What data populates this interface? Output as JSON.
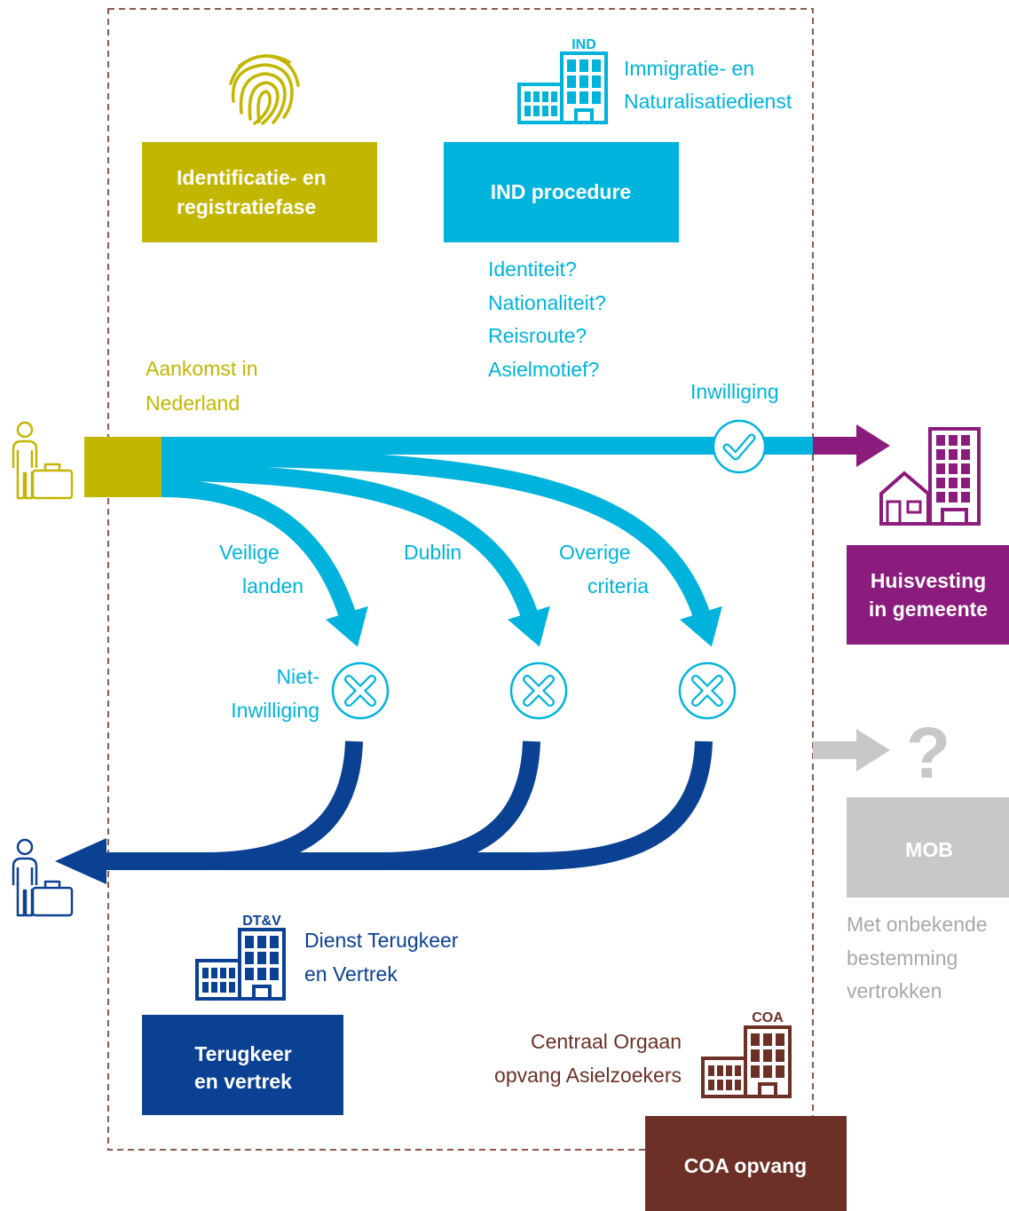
{
  "colors": {
    "olive": "#c3b600",
    "cyan": "#00b3dc",
    "purple": "#8b1c7d",
    "dark_blue": "#0b4193",
    "brown": "#6c3027",
    "light_gray": "#c8c8c8",
    "gray_text": "#a8a8a8"
  },
  "icons": {
    "fingerprint": "fingerprint-icon",
    "building": "office-building-icon",
    "person": "person-with-suitcase-icon",
    "housing": "house-and-building-icon",
    "approved": "check-circle-icon",
    "rejected": "x-circle-icon"
  },
  "identification": {
    "box_lines": [
      "Identificatie- en",
      "registratiefase"
    ]
  },
  "ind": {
    "icon_label": "IND",
    "name_lines": [
      "Immigratie- en",
      "Naturalisatiedienst"
    ],
    "box_label": "IND procedure",
    "questions": [
      "Identiteit?",
      "Nationaliteit?",
      "Reisroute?",
      "Asielmotief?"
    ]
  },
  "arrival": {
    "lines": [
      "Aankomst in",
      "Nederland"
    ]
  },
  "approval": {
    "label": "Inwilliging"
  },
  "housing": {
    "box_lines": [
      "Huisvesting",
      "in gemeente"
    ]
  },
  "routes": [
    {
      "lines": [
        "Veilige",
        "landen"
      ]
    },
    {
      "lines": [
        "Dublin"
      ]
    },
    {
      "lines": [
        "Overige",
        "criteria"
      ]
    }
  ],
  "rejection": {
    "lines": [
      "Niet-",
      "Inwilliging"
    ]
  },
  "mob": {
    "unknown_symbol": "?",
    "box_label": "MOB",
    "description_lines": [
      "Met onbekende",
      "bestemming",
      "vertrokken"
    ]
  },
  "dtv": {
    "icon_label": "DT&V",
    "name_lines": [
      "Dienst Terugkeer",
      "en Vertrek"
    ],
    "box_lines": [
      "Terugkeer",
      "en vertrek"
    ]
  },
  "coa": {
    "icon_label": "COA",
    "name_lines": [
      "Centraal Orgaan",
      "opvang Asielzoekers"
    ],
    "box_label": "COA opvang"
  }
}
